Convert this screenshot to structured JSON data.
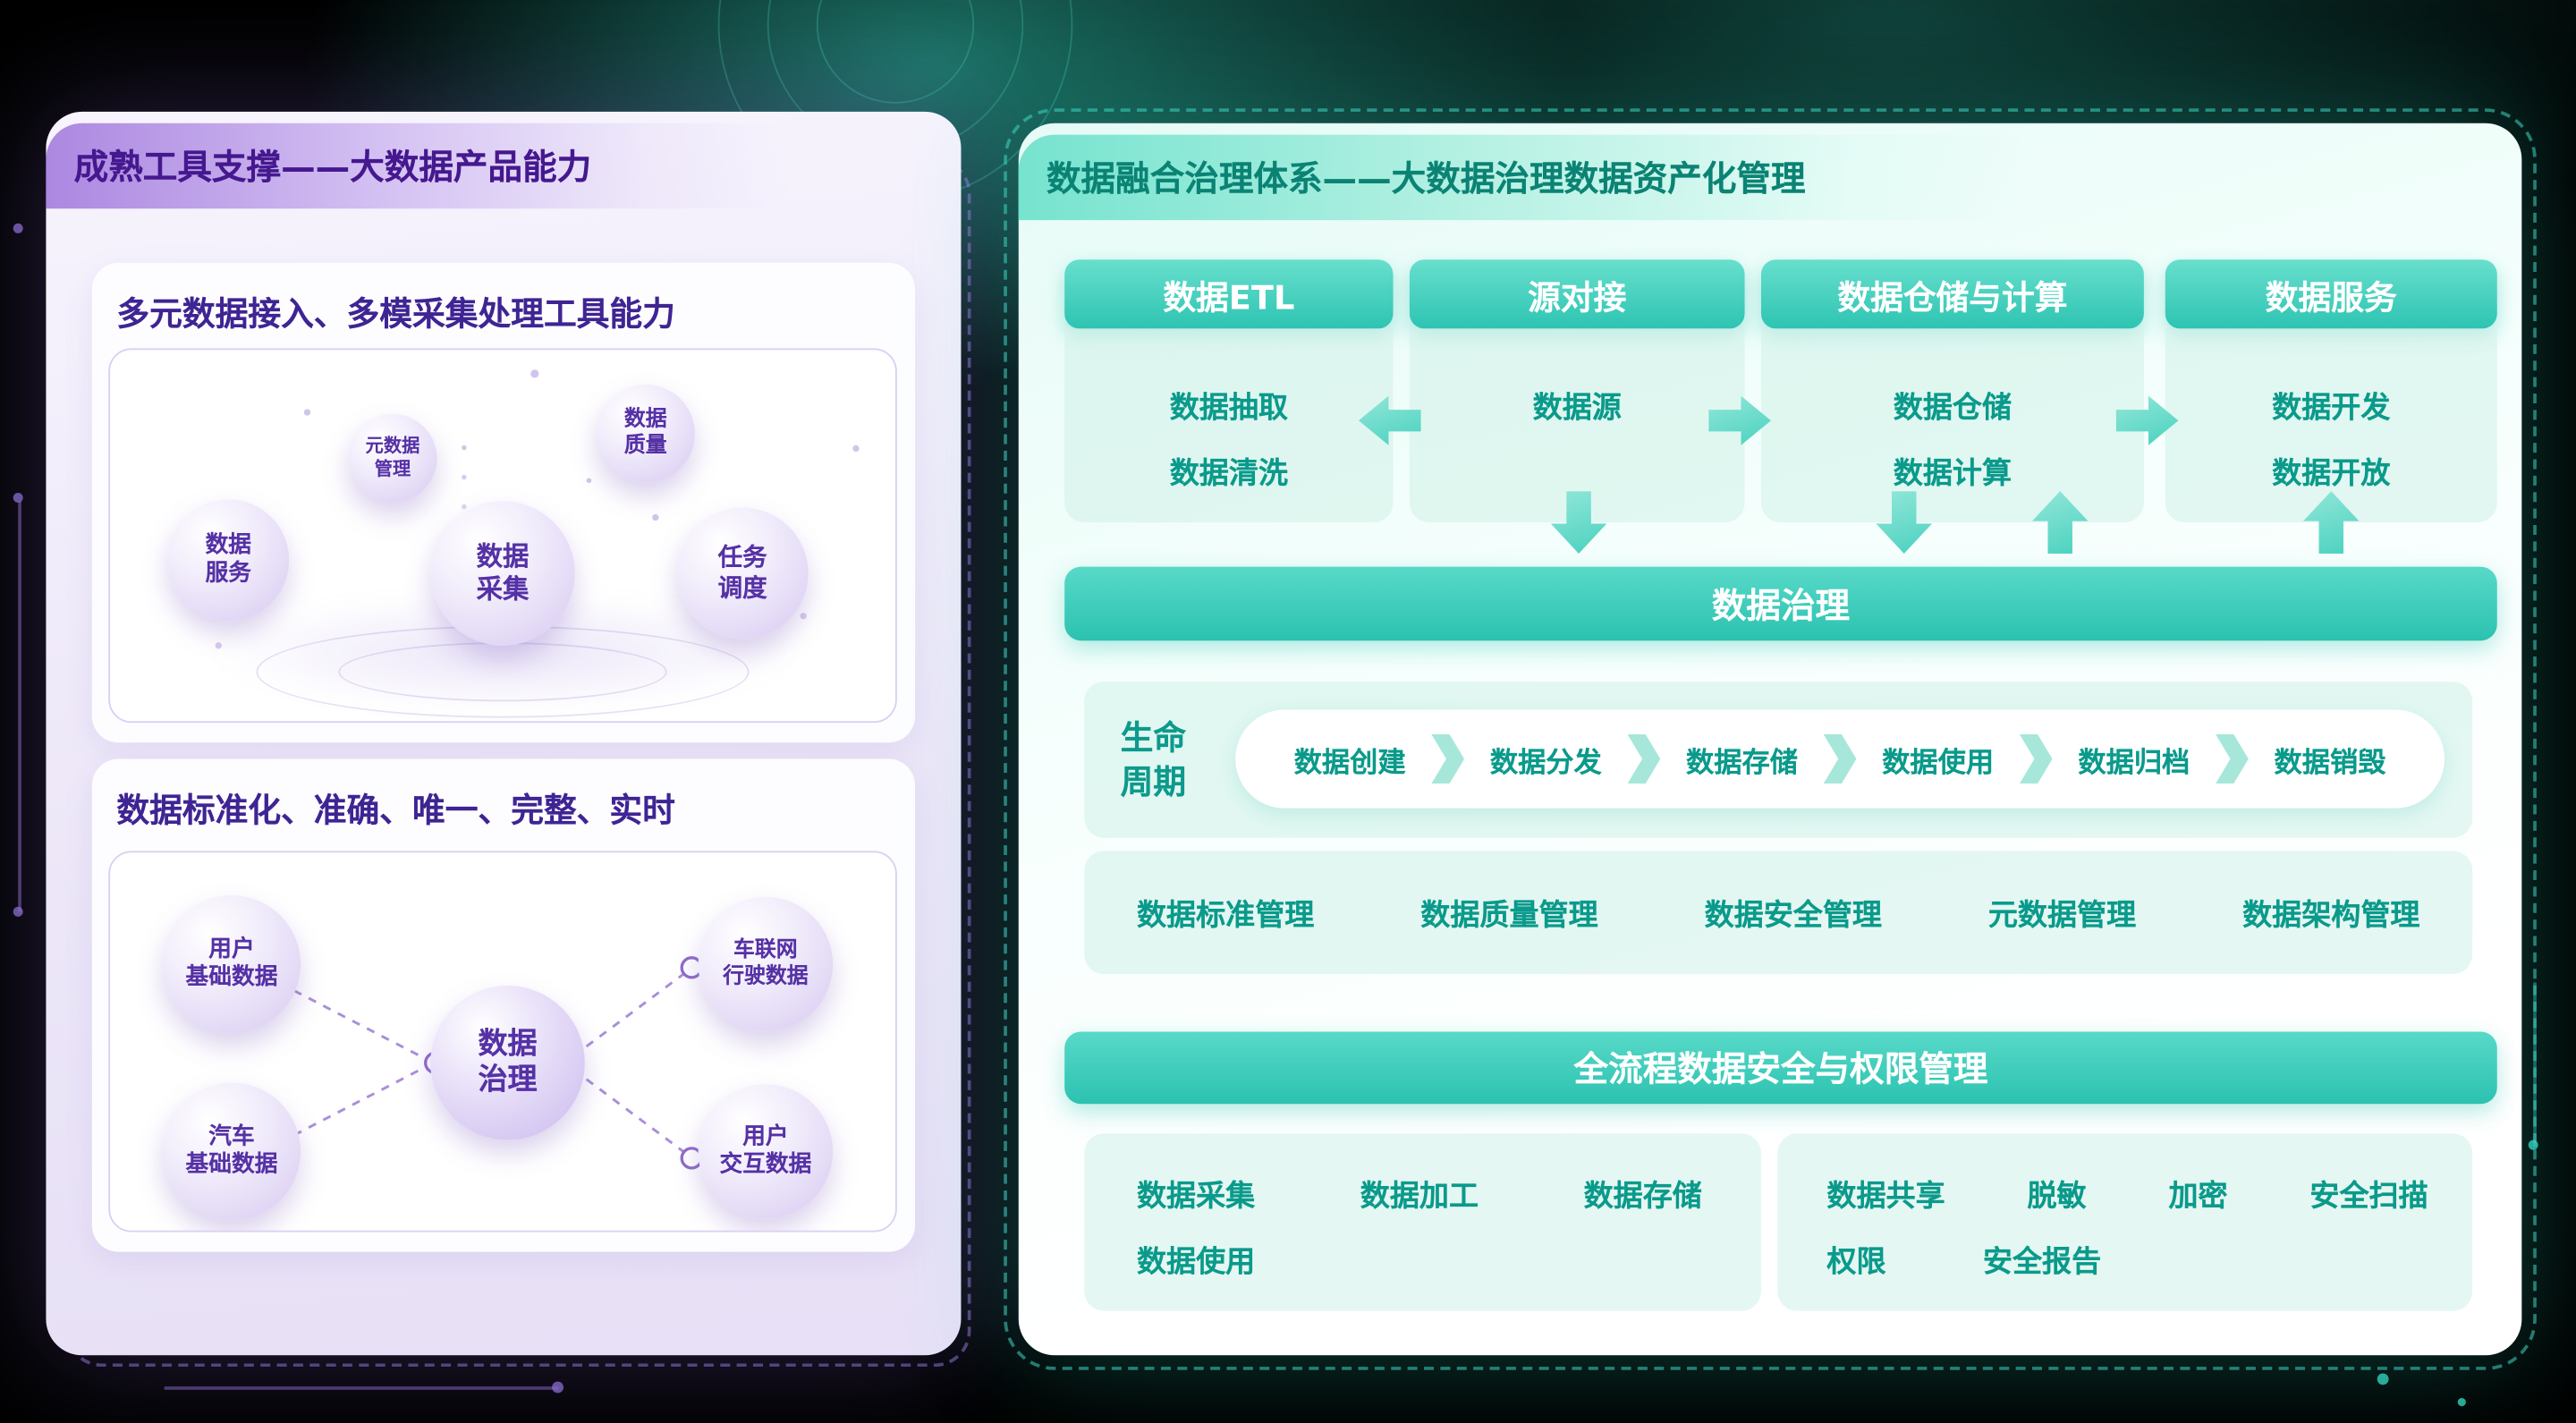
{
  "theme": {
    "purple_accent": "#6d4fc1",
    "teal_accent": "#2cc2b0",
    "background": "#000000"
  },
  "left_panel": {
    "title": "成熟工具支撑——大数据产品能力",
    "tools_section": {
      "title": "多元数据接入、多模采集处理工具能力",
      "bubbles": [
        {
          "label": "元数据\n管理"
        },
        {
          "label": "数据\n质量"
        },
        {
          "label": "数据\n服务"
        },
        {
          "label": "数据\n采集"
        },
        {
          "label": "任务\n调度"
        }
      ]
    },
    "standard_section": {
      "title": "数据标准化、准确、唯一、完整、实时",
      "bubbles": [
        {
          "label": "用户\n基础数据"
        },
        {
          "label": "车联网\n行驶数据"
        },
        {
          "label": "汽车\n基础数据"
        },
        {
          "label": "用户\n交互数据"
        }
      ],
      "center_bubble": "数据\n治理"
    }
  },
  "right_panel": {
    "title": "数据融合治理体系——大数据治理数据资产化管理",
    "columns": [
      {
        "header": "数据ETL",
        "items": [
          "数据抽取",
          "数据清洗"
        ]
      },
      {
        "header": "源对接",
        "items": [
          "数据源"
        ]
      },
      {
        "header": "数据仓储与计算",
        "items": [
          "数据仓储",
          "数据计算"
        ]
      },
      {
        "header": "数据服务",
        "items": [
          "数据开发",
          "数据开放"
        ]
      }
    ],
    "governance_bar": "数据治理",
    "lifecycle": {
      "label": "生命\n周期",
      "stages": [
        "数据创建",
        "数据分发",
        "数据存储",
        "数据使用",
        "数据归档",
        "数据销毁"
      ]
    },
    "management_items": [
      "数据标准管理",
      "数据质量管理",
      "数据安全管理",
      "元数据管理",
      "数据架构管理"
    ],
    "security_bar": "全流程数据安全与权限管理",
    "security_groups": {
      "left_row1": [
        "数据采集",
        "数据加工",
        "数据存储"
      ],
      "left_row2": [
        "数据使用"
      ],
      "right_row1": [
        "数据共享",
        "脱敏",
        "加密",
        "安全扫描"
      ],
      "right_row2": [
        "权限",
        "安全报告"
      ]
    }
  }
}
